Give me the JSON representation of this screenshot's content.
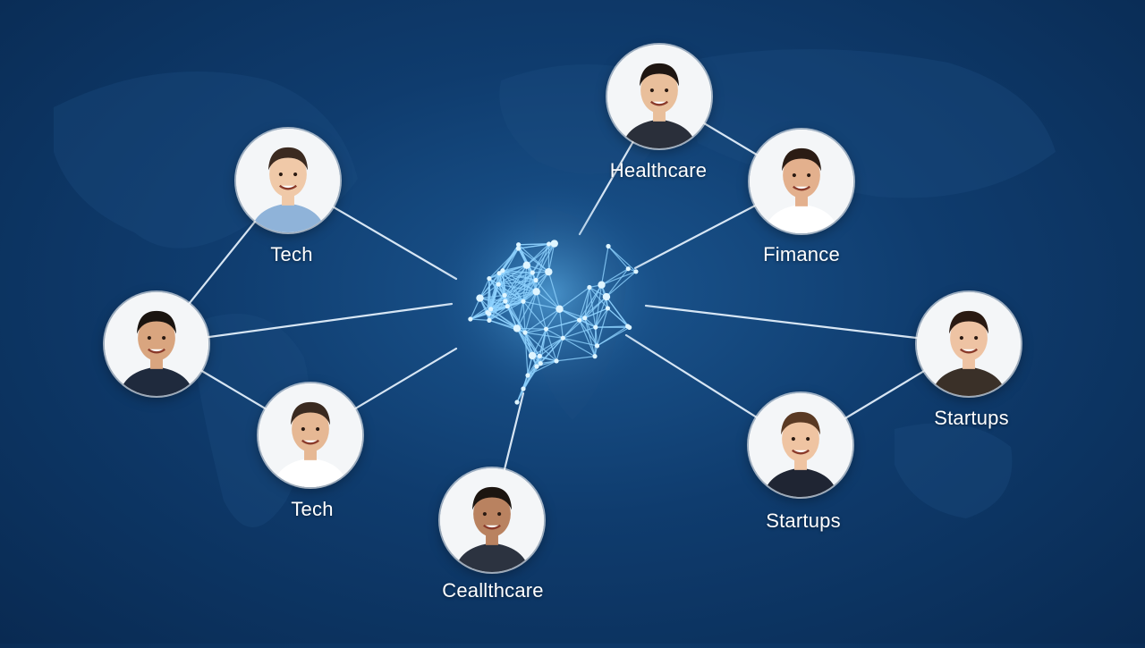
{
  "colors": {
    "background": "#0f3c6e",
    "link": "#e8f4ff",
    "brain_glow": "#8fd3ff",
    "label": "#ffffff"
  },
  "hub": {
    "icon": "neural-network-brain-icon"
  },
  "nodes": [
    {
      "id": "tech-top",
      "label": "Tech",
      "icon": "person-avatar-icon",
      "suit": "#8fb3d9",
      "hair": "#3b2a20",
      "skin": "#f0c9a8"
    },
    {
      "id": "healthcare-top",
      "label": "Healthcare",
      "icon": "person-avatar-icon",
      "suit": "#2a2f3a",
      "hair": "#1e1612",
      "skin": "#e9bf9b"
    },
    {
      "id": "finance",
      "label": "Fimance",
      "icon": "person-avatar-icon",
      "suit": "#ffffff",
      "hair": "#2b1c14",
      "skin": "#e3b08d"
    },
    {
      "id": "left",
      "label": "",
      "icon": "person-avatar-icon",
      "suit": "#1f2a3d",
      "hair": "#1a1410",
      "skin": "#d9a57f"
    },
    {
      "id": "tech-bottom",
      "label": "Tech",
      "icon": "person-avatar-icon",
      "suit": "#ffffff",
      "hair": "#3a2a20",
      "skin": "#e6b894"
    },
    {
      "id": "healthcare-bottom",
      "label": "Ceallthcare",
      "icon": "person-avatar-icon",
      "suit": "#2c3340",
      "hair": "#1c1510",
      "skin": "#b98260"
    },
    {
      "id": "startups-right",
      "label": "Startups",
      "icon": "person-avatar-icon",
      "suit": "#3a3028",
      "hair": "#2a1a12",
      "skin": "#eec3a3"
    },
    {
      "id": "startups-bottom",
      "label": "Startups",
      "icon": "person-avatar-icon",
      "suit": "#1f2533",
      "hair": "#5a3a24",
      "skin": "#efc4a2"
    }
  ]
}
